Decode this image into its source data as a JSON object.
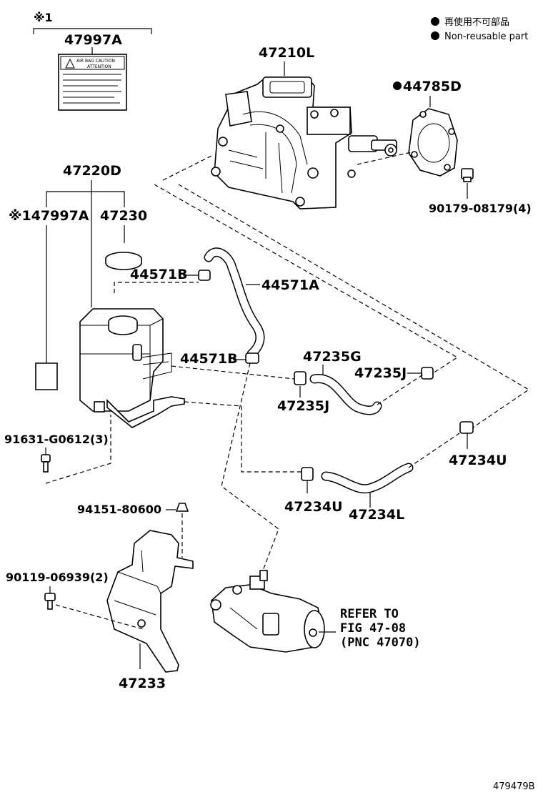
{
  "legend": {
    "dot_label_jp": "再使用不可部品",
    "dot_label_en": "Non-reusable part"
  },
  "note_mark": "※1",
  "parts": {
    "p47997A_top": "47997A",
    "p47210L": "47210L",
    "p44785D": "44785D",
    "p47220D": "47220D",
    "p47997A_mid": "※147997A",
    "p47230": "47230",
    "p90179": "90179-08179(4)",
    "p44571B_a": "44571B",
    "p44571A": "44571A",
    "p44571B_b": "44571B",
    "p47235G": "47235G",
    "p47235J_a": "47235J",
    "p47235J_b": "47235J",
    "p91631": "91631-G0612(3)",
    "p47234U_a": "47234U",
    "p47234U_b": "47234U",
    "p47234L": "47234L",
    "p94151": "94151-80600",
    "p90119": "90119-06939(2)",
    "p47233": "47233"
  },
  "caution_label": {
    "line1": "AIR BAG CAUTION",
    "line2": "ATTENTION"
  },
  "refer": {
    "line1": "REFER TO",
    "line2": "FIG 47-08",
    "line3": "(PNC 47070)"
  },
  "figure_number": "479479B"
}
